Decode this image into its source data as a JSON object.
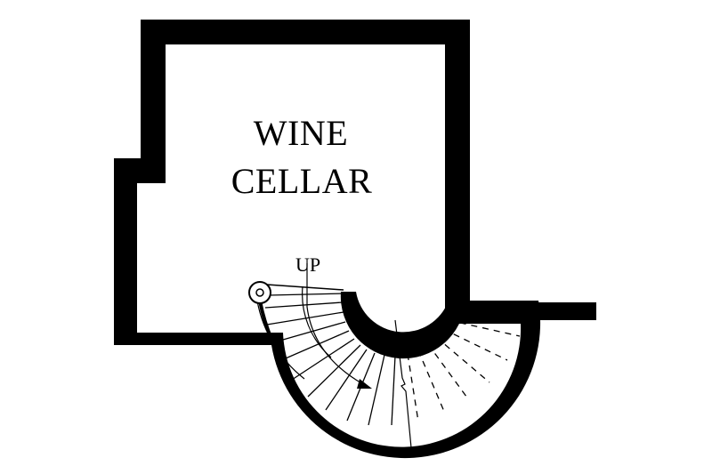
{
  "room": {
    "name_line1": "WINE",
    "name_line2": "CELLAR"
  },
  "stair": {
    "direction_label": "UP"
  },
  "colors": {
    "wall": "#000000",
    "background": "#ffffff"
  }
}
